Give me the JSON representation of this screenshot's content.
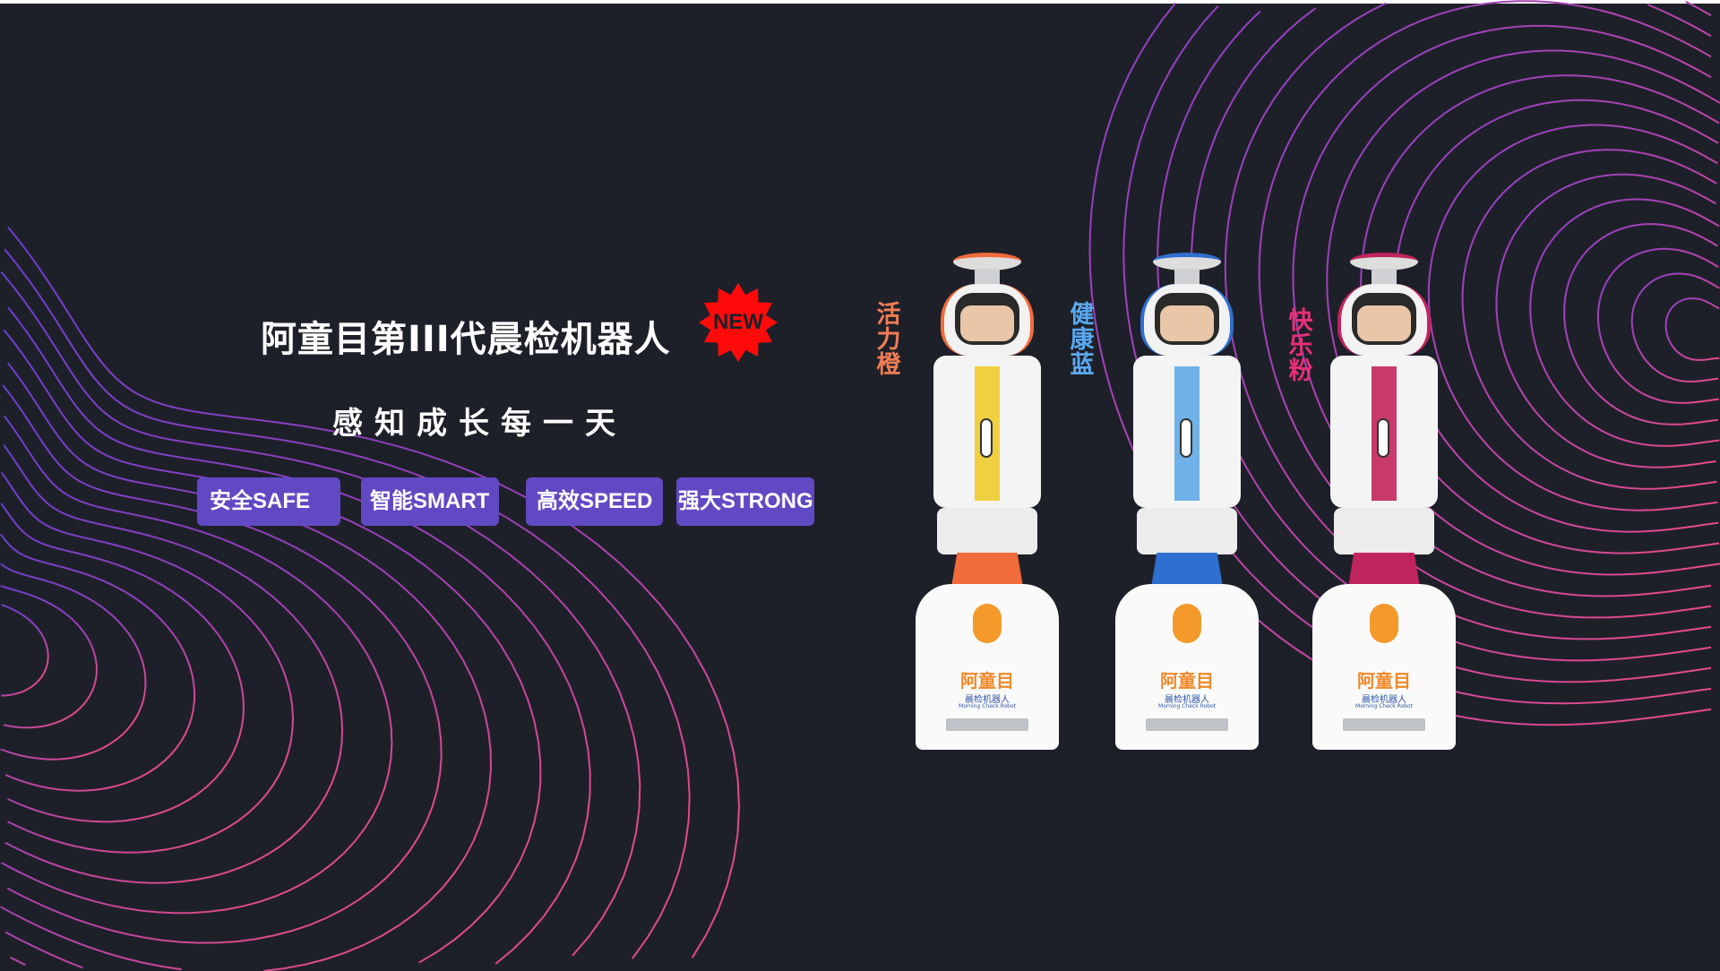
{
  "headline": "阿童目第III代晨检机器人",
  "badge": "NEW",
  "tagline": "感知成长每一天",
  "tags": [
    "安全SAFE",
    "智能SMART",
    "高效SPEED",
    "强大STRONG"
  ],
  "variants": [
    {
      "label": "活力橙",
      "color": "#f26b3a",
      "strip": "#f0d040"
    },
    {
      "label": "健康蓝",
      "color": "#2f6fd0",
      "strip": "#6fb2e8"
    },
    {
      "label": "快乐粉",
      "color": "#c0245e",
      "strip": "#c93a6a"
    }
  ],
  "label_colors": [
    "#f07d55",
    "#5aa8f0",
    "#e8307a"
  ],
  "robot_brand": "阿童目",
  "robot_sub": "晨检机器人",
  "robot_sub_en": "Morning Check Robot",
  "colors": {
    "background": "#1e2029",
    "tag": "#6249c4",
    "badge": "#ff0a0a"
  }
}
